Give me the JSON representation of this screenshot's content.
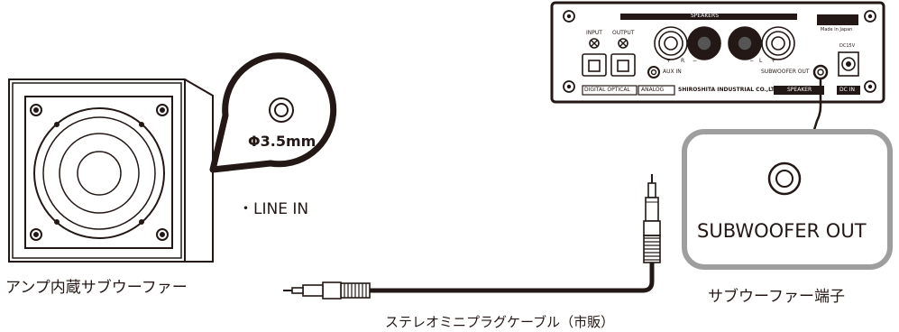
{
  "subwoofer": {
    "caption": "アンプ内蔵サブウーファー",
    "callout_size": "Φ3.5mm",
    "line_in_label": "・LINE IN"
  },
  "cable": {
    "caption": "ステレオミニプラグケーブル（市販）"
  },
  "amp_panel": {
    "speakers_label": "SPEAKERS",
    "input_label": "INPUT",
    "output_label": "OUTPUT",
    "digital_optical_label": "DIGITAL OPTICAL",
    "analog_label": "ANALOG",
    "aux_in_label": "AUX IN",
    "maker_label": "SHIROSHITA INDUSTRIAL CO.,LTD.",
    "speaker_label": "SPEAKER",
    "subwoofer_out_small": "SUBWOOFER OUT",
    "made_in_label": "Made in Japan",
    "dc_label": "DC15V",
    "dc_in_label": "DC IN",
    "r_plus": "+",
    "r_letter": "R",
    "r_minus": "−",
    "l_minus": "−",
    "l_letter": "L",
    "l_plus": "+"
  },
  "subwoofer_out_zoom": {
    "label": "SUBWOOFER OUT",
    "caption": "サブウーファー端子"
  },
  "colors": {
    "line": "#231815",
    "callout_border": "#9e9e9e",
    "panel_fill": "#ffffff"
  }
}
